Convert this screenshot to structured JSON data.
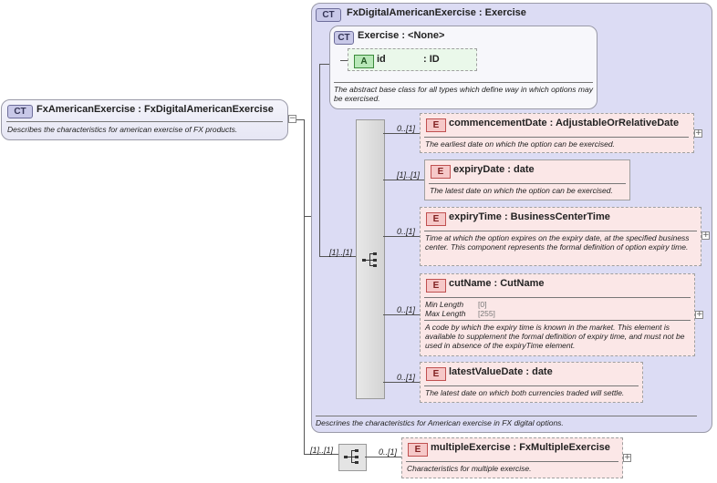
{
  "badges": {
    "complex_type": "CT",
    "element": "E",
    "attribute": "A"
  },
  "root": {
    "title": "FxAmericanExercise : FxDigitalAmericanExercise",
    "description": "Describes the characteristics for american exercise of FX products."
  },
  "base_type": {
    "title": "FxDigitalAmericanExercise : Exercise",
    "description": "Descrines the characteristics for American exercise in FX digital options."
  },
  "exercise_type": {
    "title": "Exercise : <None>",
    "description": "The abstract base class for all types which define way in which options may be exercised.",
    "attribute": {
      "name": "id",
      "type": ": ID"
    }
  },
  "sequence_cardinality": "[1]..[1]",
  "elements": [
    {
      "card": "0..[1]",
      "title": "commencementDate : AdjustableOrRelativeDate",
      "description": "The earliest date on which the option can be exercised."
    },
    {
      "card": "[1]..[1]",
      "title": "expiryDate : date",
      "description": "The latest date on which the option can be exercised."
    },
    {
      "card": "0..[1]",
      "title": "expiryTime : BusinessCenterTime",
      "description": "Time at which the option expires on the expiry date, at the specified business center. This component represents the formal definition of option expiry time."
    },
    {
      "card": "0..[1]",
      "title": "cutName : CutName",
      "facets": [
        {
          "label": "Min Length",
          "value": "[0]"
        },
        {
          "label": "Max Length",
          "value": "[255]"
        }
      ],
      "description": "A code by which the expiry time is known in the market. This element is available to supplement the formal definition of expiry time, and must not be used in absence of the expiryTime element."
    },
    {
      "card": "0..[1]",
      "title": "latestValueDate : date",
      "description": "The latest date on which both currencies traded will settle."
    }
  ],
  "bottom_sequence": {
    "card": "[1]..[1]",
    "element": {
      "card": "0..[1]",
      "title": "multipleExercise : FxMultipleExercise",
      "description": "Characteristics for multiple exercise."
    }
  },
  "icons": {
    "expand": "+",
    "collapse": "−",
    "sequence": "sequence-icon"
  }
}
